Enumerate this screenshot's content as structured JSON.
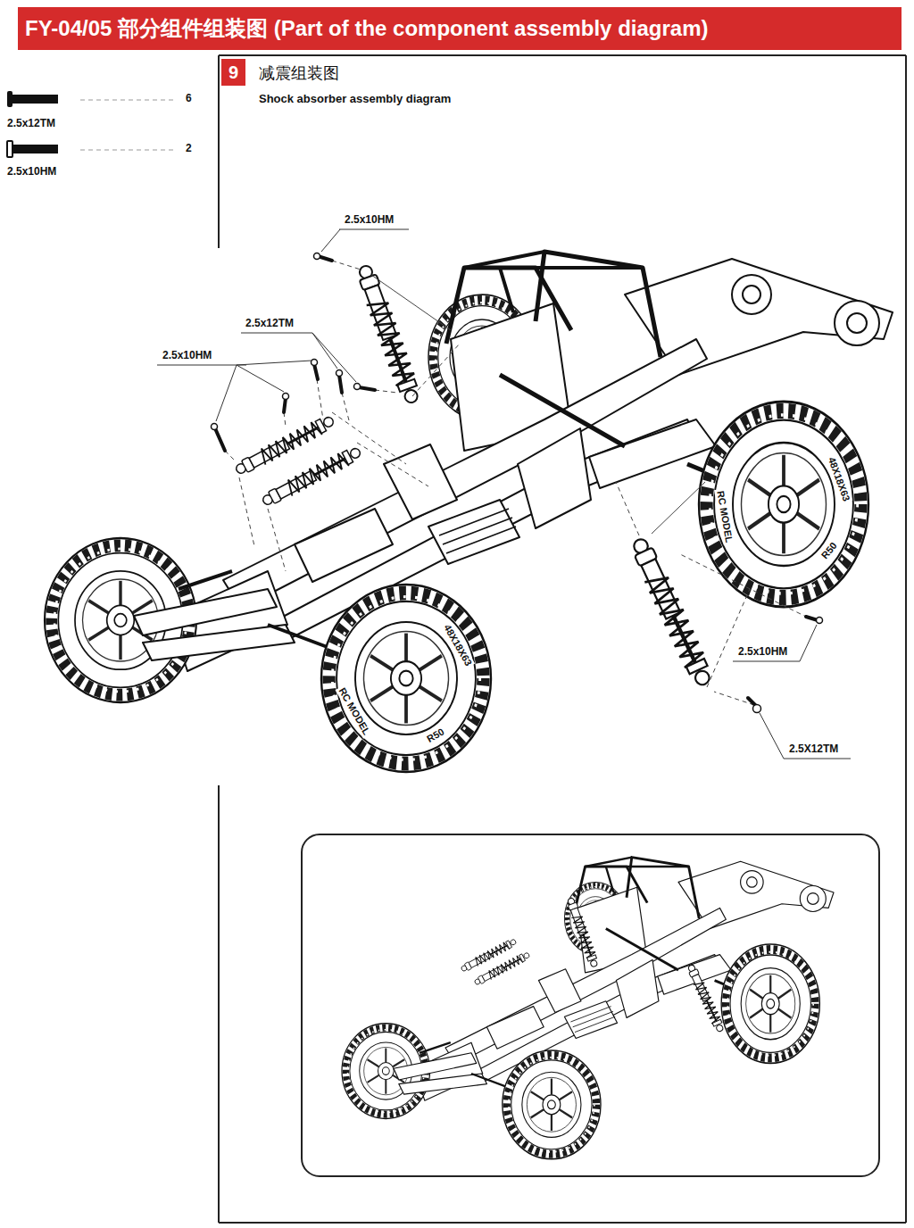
{
  "diagram": {
    "title": "FY-04/05 部分组件组装图 (Part of the component assembly diagram)",
    "nodes": [
      {
        "text": [
          "9"
        ]
      }
    ],
    "labels": [
      "减震组装图",
      "Shock absorber assembly diagram",
      "2.5x12TM",
      "6",
      "2.5x10HM",
      "2",
      "2.5x10HM",
      "2.5x12TM",
      "2.5x10HM",
      "2.5x10HM",
      "2.5X12TM",
      "RC MODEL",
      "48X18X63",
      "R50",
      "RC MODEL",
      "48X18X63",
      "R50"
    ]
  }
}
